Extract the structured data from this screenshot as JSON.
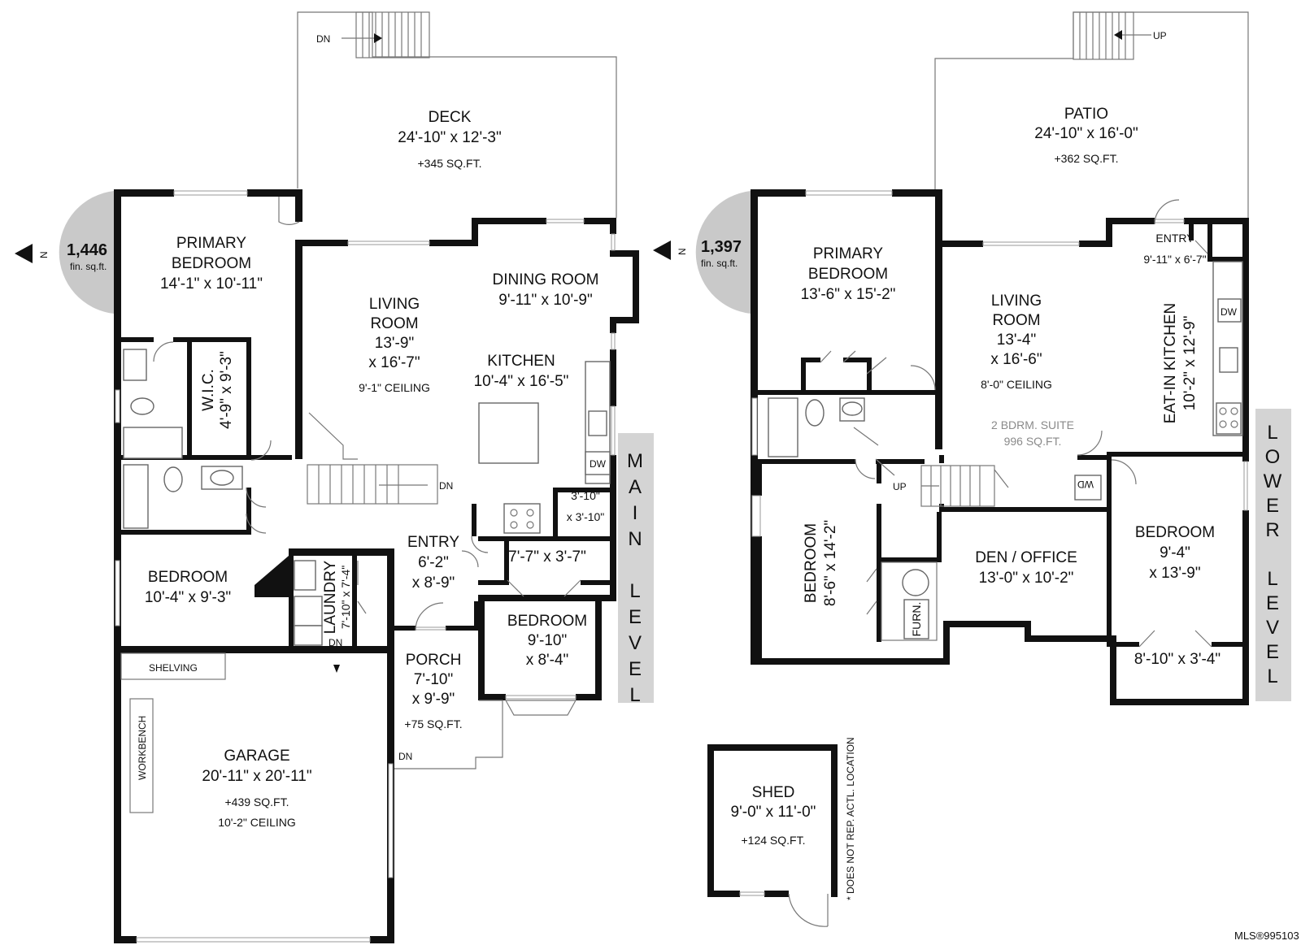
{
  "main_level": {
    "level_label": [
      "M",
      "A",
      "I",
      "N",
      "",
      "L",
      "E",
      "V",
      "E",
      "L"
    ],
    "badge": {
      "value": "1,446",
      "unit": "fin. sq.ft.",
      "north": "N"
    },
    "rooms": [
      {
        "lines": [
          "DECK",
          "24'-10\" x 12'-3\"",
          "+345 SQ.FT."
        ]
      },
      {
        "lines": [
          "PRIMARY",
          "BEDROOM",
          "14'-1\" x 10'-11\""
        ]
      },
      {
        "lines": [
          "LIVING",
          "ROOM",
          "13'-9\"",
          "x 16'-7\"",
          "9'-1\" CEILING"
        ]
      },
      {
        "lines": [
          "DINING ROOM",
          "9'-11\" x 10'-9\""
        ]
      },
      {
        "lines": [
          "KITCHEN",
          "10'-4\" x 16'-5\""
        ]
      },
      {
        "lines": [
          "W.I.C.",
          "4'-9\" x 9'-3\""
        ]
      },
      {
        "lines": [
          "BEDROOM",
          "10'-4\" x 9'-3\""
        ]
      },
      {
        "lines": [
          "LAUNDRY",
          "7'-10\" x 7'-4\""
        ]
      },
      {
        "lines": [
          "ENTRY",
          "6'-2\"",
          "x 8'-9\""
        ]
      },
      {
        "lines": [
          "7'-7\" x 3'-7\""
        ]
      },
      {
        "lines": [
          "3'-10\"",
          "x 3'-10\""
        ]
      },
      {
        "lines": [
          "BEDROOM",
          "9'-10\"",
          "x 8'-4\""
        ]
      },
      {
        "lines": [
          "PORCH",
          "7'-10\"",
          "x 9'-9\"",
          "+75 SQ.FT."
        ]
      },
      {
        "lines": [
          "GARAGE",
          "20'-11\" x 20'-11\"",
          "+439 SQ.FT.",
          "10'-2\" CEILING"
        ]
      }
    ],
    "labels": {
      "shelving": "SHELVING",
      "workbench": "WORKBENCH",
      "dw": "DW",
      "dn": "DN"
    }
  },
  "lower_level": {
    "level_label": [
      "L",
      "O",
      "W",
      "E",
      "R",
      "",
      "L",
      "E",
      "V",
      "E",
      "L"
    ],
    "badge": {
      "value": "1,397",
      "unit": "fin. sq.ft.",
      "north": "N"
    },
    "rooms": [
      {
        "lines": [
          "PATIO",
          "24'-10\" x 16'-0\"",
          "+362 SQ.FT."
        ]
      },
      {
        "lines": [
          "PRIMARY",
          "BEDROOM",
          "13'-6\" x 15'-2\""
        ]
      },
      {
        "lines": [
          "LIVING",
          "ROOM",
          "13'-4\"",
          "x 16'-6\"",
          "8'-0\" CEILING"
        ]
      },
      {
        "lines": [
          "ENTRY",
          "9'-11\" x 6'-7\""
        ]
      },
      {
        "lines": [
          "EAT-IN KITCHEN",
          "10'-2\" x 12'-9\""
        ]
      },
      {
        "lines": [
          "BEDROOM",
          "8'-6\" x 14'-2\""
        ]
      },
      {
        "lines": [
          "DEN / OFFICE",
          "13'-0\" x 10'-2\""
        ]
      },
      {
        "lines": [
          "BEDROOM",
          "9'-4\"",
          "x 13'-9\""
        ]
      },
      {
        "lines": [
          "8'-10\" x 3'-4\""
        ]
      },
      {
        "lines": [
          "FURN."
        ]
      }
    ],
    "suite": [
      "2 BDRM. SUITE",
      "996 SQ.FT."
    ],
    "labels": {
      "dw": "DW",
      "wd": "WD",
      "up": "UP"
    }
  },
  "shed": {
    "lines": [
      "SHED",
      "9'-0\" x 11'-0\"",
      "+124 SQ.FT."
    ],
    "note": "* DOES NOT REP. ACTL. LOCATION"
  },
  "mls": "MLS®995103"
}
